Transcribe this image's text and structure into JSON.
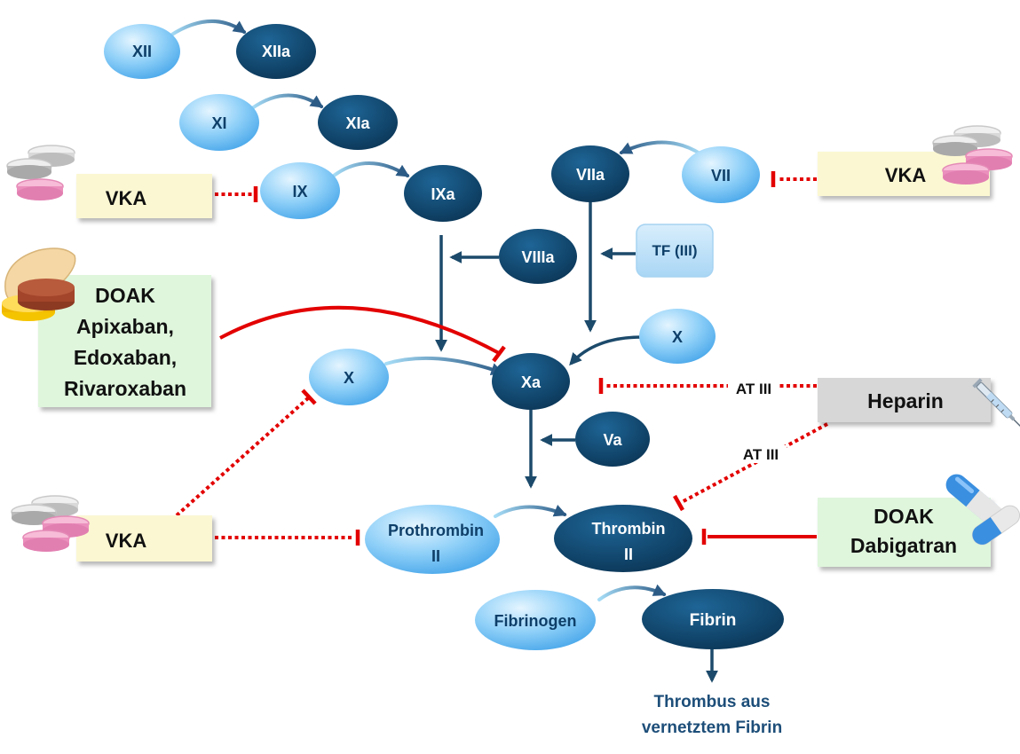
{
  "factors": {
    "xii": "XII",
    "xiia": "XIIa",
    "xi": "XI",
    "xia": "XIa",
    "ix": "IX",
    "ixa": "IXa",
    "viia": "VIIa",
    "vii": "VII",
    "viiia": "VIIIa",
    "tf": "TF (III)",
    "x_right": "X",
    "x_left": "X",
    "xa": "Xa",
    "va": "Va",
    "prothrombin_l1": "Prothrombin",
    "prothrombin_l2": "II",
    "thrombin_l1": "Thrombin",
    "thrombin_l2": "II",
    "fibrinogen": "Fibrinogen",
    "fibrin": "Fibrin"
  },
  "outcome": {
    "line1": "Thrombus aus",
    "line2": "vernetztem Fibrin"
  },
  "drugs": {
    "vka_top_left": "VKA",
    "vka_top_right": "VKA",
    "vka_bottom_left": "VKA",
    "doak_xa": [
      "DOAK",
      "Apixaban,",
      "Edoxaban,",
      "Rivaroxaban"
    ],
    "heparin": "Heparin",
    "doak_thrombin": [
      "DOAK",
      "Dabigatran"
    ]
  },
  "cofactor_labels": {
    "at3_upper": "AT III",
    "at3_lower": "AT III"
  },
  "colors": {
    "light_factor": "#6ec0f5",
    "dark_factor": "#0e4670",
    "arrow": "#1c4a6b",
    "inhibit": "#e30000",
    "vka_box": "#fbf7d2",
    "doak_box": "#dff6dc",
    "heparin_box": "#d7d7d7",
    "tf_box": "#bfe2fa"
  }
}
